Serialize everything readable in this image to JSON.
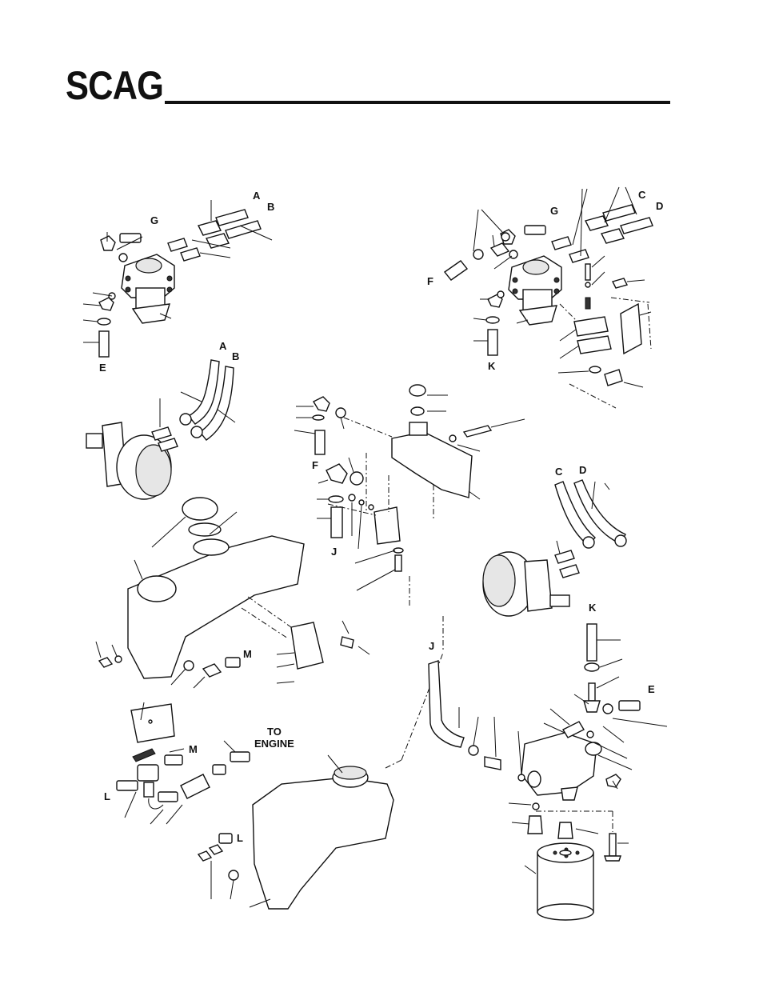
{
  "header": {
    "logo_text": "SCAG"
  },
  "labels": {
    "A": "A",
    "B": "B",
    "C": "C",
    "D": "D",
    "E": "E",
    "F": "F",
    "G": "G",
    "J": "J",
    "K": "K",
    "L": "L",
    "M": "M"
  },
  "notes": {
    "to_engine_line1": "TO",
    "to_engine_line2": "ENGINE"
  }
}
